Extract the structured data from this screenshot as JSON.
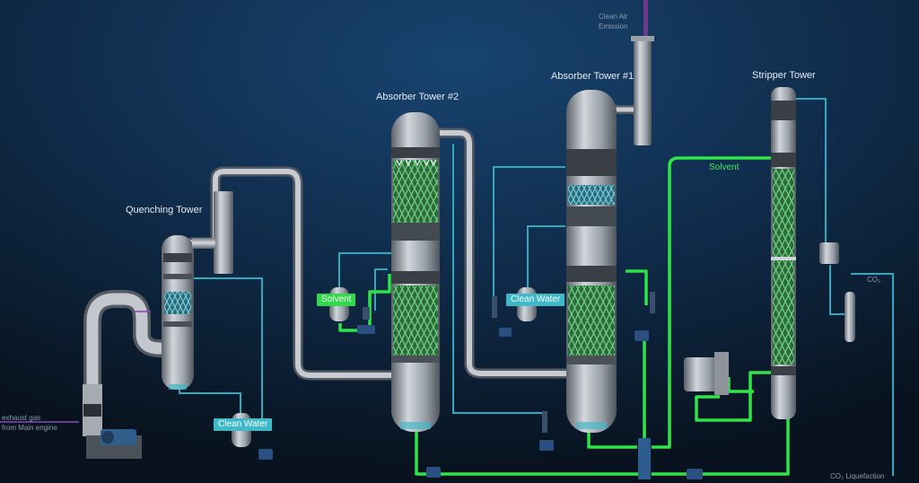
{
  "labels": {
    "quenching_tower": "Quenching Tower",
    "absorber_2": "Absorber Tower #2",
    "absorber_1": "Absorber Tower #1",
    "stripper_tower": "Stripper Tower",
    "clean_air_line1": "Clean Air",
    "clean_air_line2": "Emission",
    "exhaust_line1": "exhaust gas",
    "exhaust_line2": "from Main engine",
    "co2_tag": "CO₂",
    "co2_liquefaction": "CO₂ Liquefaction"
  },
  "tags": {
    "solvent_abs2": "Solvent",
    "clean_water_abs1": "Clean Water",
    "clean_water_quench": "Clean Water",
    "solvent_line": "Solvent"
  },
  "colors": {
    "background": "#0b1a2c",
    "vessel": "#b9bec6",
    "pipe_solvent": "#2fe34a",
    "pipe_water": "#2fa9bd",
    "packing": "#43c96a",
    "tag_green": "#2fd94a",
    "tag_cyan": "#3fb8c8"
  }
}
